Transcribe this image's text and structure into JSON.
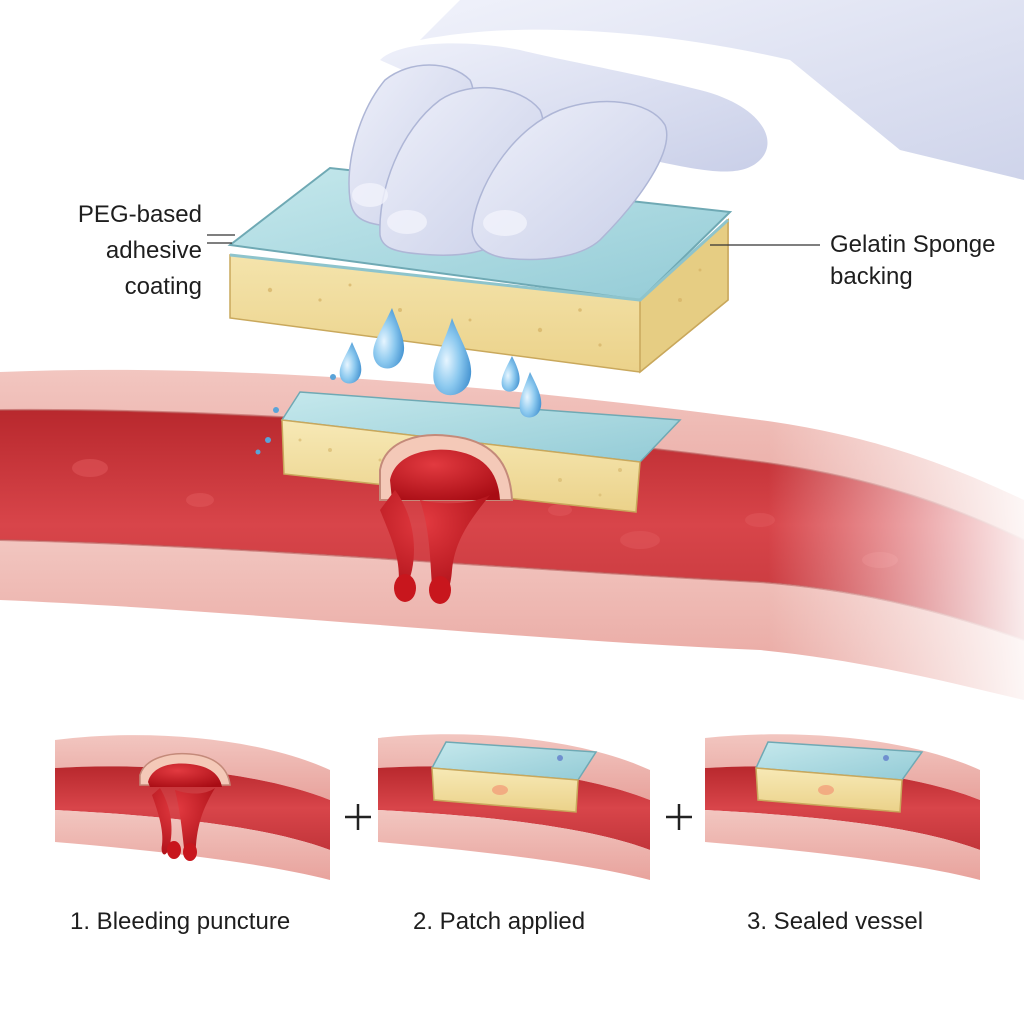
{
  "labels": {
    "left_line1": "PEG-based",
    "left_line2": "adhesive",
    "left_line3": "coating",
    "right_line1": "Gelatin Sponge",
    "right_line2": "backing"
  },
  "steps": [
    {
      "caption": "1. Bleeding puncture"
    },
    {
      "caption": "2. Patch applied"
    },
    {
      "caption": "3. Sealed vessel"
    }
  ],
  "colors": {
    "glove": "#dfe3f4",
    "coating": "#a9d8df",
    "sponge": "#f4e3a6",
    "vessel_wall": "#e9a5a0",
    "lumen": "#cc3b3f",
    "blood": "#c8161d",
    "droplet": "#6fb7e8"
  },
  "icons": [
    "plus-icon",
    "glove-hand-icon",
    "water-droplet-icon"
  ]
}
